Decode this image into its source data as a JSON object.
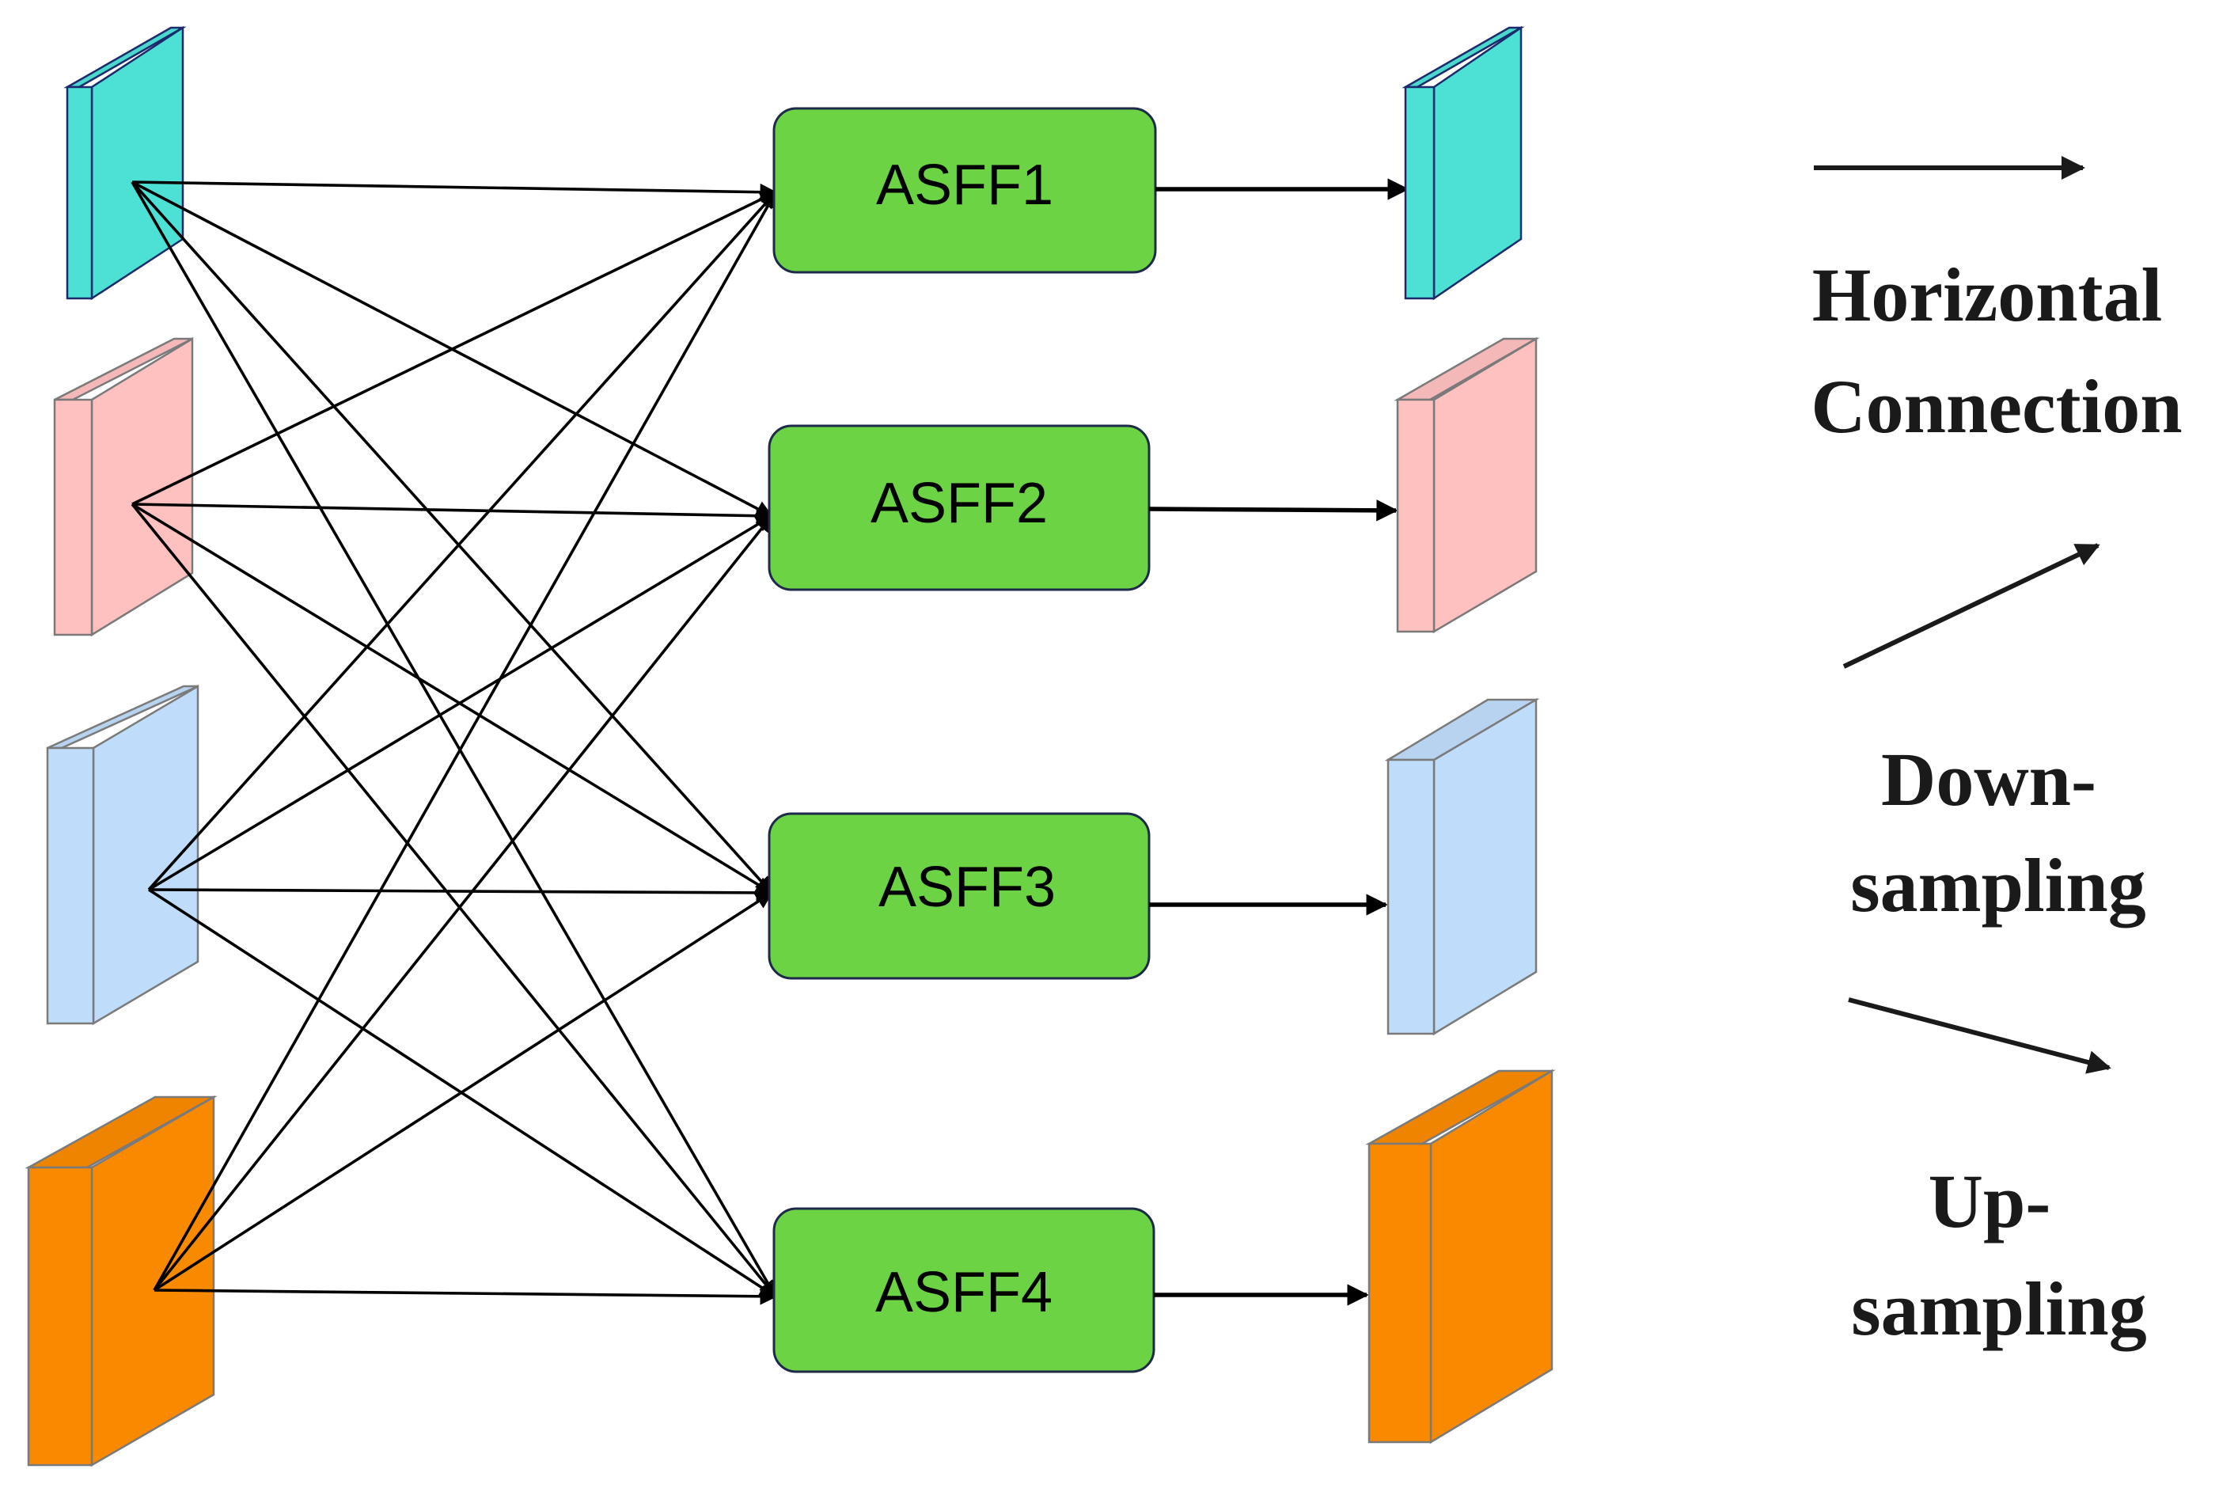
{
  "diagram": {
    "type": "feature-fusion-network",
    "modules": [
      {
        "id": "asff1",
        "label": "ASFF1"
      },
      {
        "id": "asff2",
        "label": "ASFF2"
      },
      {
        "id": "asff3",
        "label": "ASFF3"
      },
      {
        "id": "asff4",
        "label": "ASFF4"
      }
    ],
    "input_levels": [
      {
        "id": "level1",
        "color": "#4DE0D4"
      },
      {
        "id": "level2",
        "color": "#FFC0C0"
      },
      {
        "id": "level3",
        "color": "#BFDCFA"
      },
      {
        "id": "level4",
        "color": "#F98A00"
      }
    ],
    "connections": "each input feature level connects to every ASFF module; each ASFF module outputs one feature level",
    "module_color": "#6CD444",
    "legend": [
      {
        "id": "horizontal",
        "label_lines": [
          "Horizontal",
          "Connection"
        ]
      },
      {
        "id": "downsampling",
        "label_lines": [
          "Down-",
          "sampling"
        ]
      },
      {
        "id": "upsampling",
        "label_lines": [
          "Up-",
          "sampling"
        ]
      }
    ]
  }
}
